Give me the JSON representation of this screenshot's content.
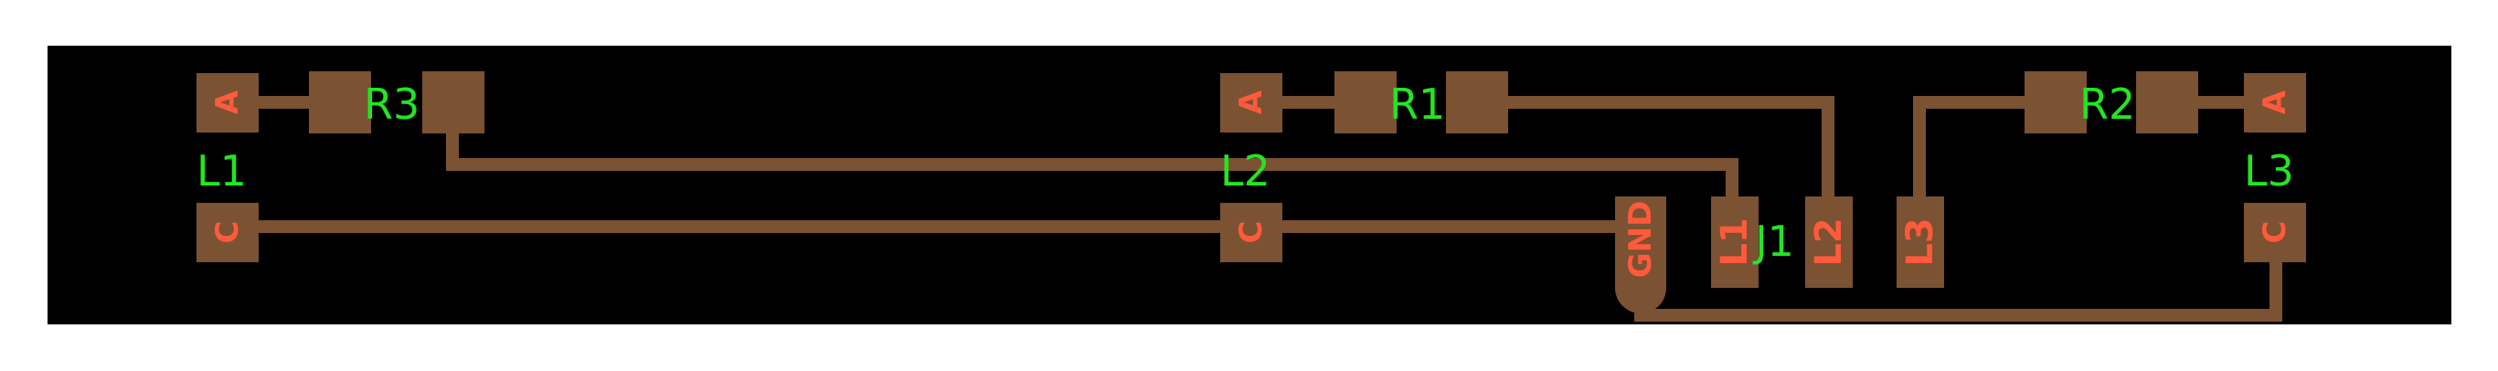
{
  "colors": {
    "board": "#000000",
    "background": "#ffffff",
    "copper": "#7b5232",
    "pad_text": "#ff5a3c",
    "silkscreen": "#22e622"
  },
  "components": {
    "R3": "R3",
    "R1": "R1",
    "R2": "R2",
    "J1": "J1",
    "L1": "L1",
    "L2": "L2",
    "L3": "L3"
  },
  "pads": {
    "L1_anode": "A",
    "L1_cathode": "C",
    "L2_anode": "A",
    "L2_cathode": "C",
    "L3_anode": "A",
    "L3_cathode": "C",
    "J1_gnd": "GND",
    "J1_l1": "L1",
    "J1_l2": "L2",
    "J1_l3": "L3"
  }
}
